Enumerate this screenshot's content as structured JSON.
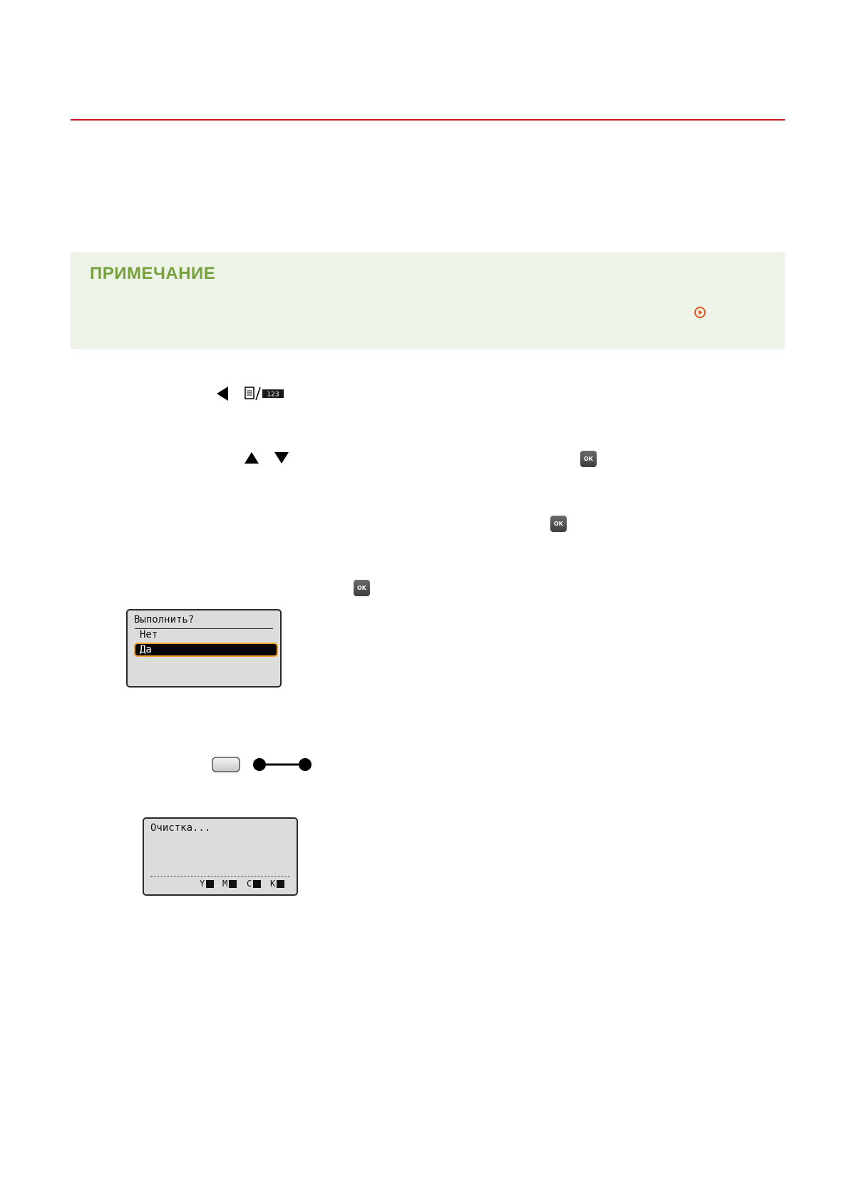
{
  "note": {
    "title": "ПРИМЕЧАНИЕ"
  },
  "icons": {
    "left_arrow": "left-arrow-icon",
    "menu_counter": "menu-counter-icon",
    "up_arrow": "up-arrow-icon",
    "down_arrow": "down-arrow-icon",
    "ok": "ok-button-icon",
    "power_button": "power-button-icon",
    "online_indicator": "online-indicator-icon"
  },
  "ok_label": "OK",
  "menu_counter_digits": "123",
  "screen1": {
    "header": "Выполнить?",
    "options": [
      "Нет",
      "Да"
    ],
    "selected": "Да"
  },
  "screen2": {
    "message": "Очистка...",
    "toners": [
      "Y",
      "M",
      "C",
      "K"
    ]
  },
  "colors": {
    "rule": "#c9151e",
    "note_title": "#76a13c",
    "note_bg": "#eef3e8",
    "highlight_border": "#f0a030"
  }
}
